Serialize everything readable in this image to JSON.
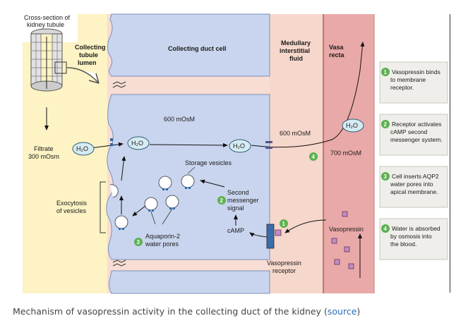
{
  "labels": {
    "cross_section": [
      "Cross-section of",
      "kidney tubule"
    ],
    "collecting_tubule_lumen": [
      "Collecting",
      "tubule",
      "lumen"
    ],
    "collecting_duct_cell": "Collecting duct cell",
    "medullary_interstitial_fluid": [
      "Medullary",
      "interstitial",
      "fluid"
    ],
    "vasa_recta": [
      "Vasa",
      "recta"
    ],
    "filtrate": [
      "Filtrate",
      "300 mOsm"
    ],
    "osm_600_cell": "600 mOsM",
    "osm_600_fluid": "600 mOsM",
    "osm_700": "700 mOsM",
    "h2o": "H₂O",
    "storage_vesicles": "Storage vesicles",
    "second_messenger": [
      "Second",
      "messenger",
      "signal"
    ],
    "camp": "cAMP",
    "exocytosis": [
      "Exocytosis",
      "of vesicles"
    ],
    "aquaporin": [
      "Aquaporin-2",
      "water pores"
    ],
    "vasopressin": "Vasopressin",
    "vasopressin_receptor": [
      "Vasopressin",
      "receptor"
    ]
  },
  "badges": {
    "b1": "1",
    "b2": "2",
    "b3": "3",
    "b4": "4"
  },
  "steps": [
    {
      "num": "1",
      "lines": [
        "Vasopressin binds",
        "to membrane",
        "receptor."
      ]
    },
    {
      "num": "2",
      "lines": [
        "Receptor activates",
        "cAMP second",
        "messenger system."
      ]
    },
    {
      "num": "3",
      "lines": [
        "Cell inserts AQP2",
        "water pores into",
        "apical membrane."
      ]
    },
    {
      "num": "4",
      "lines": [
        "Water is absorbed",
        "by osmosis into",
        "the blood."
      ]
    }
  ],
  "caption": {
    "text": "Mechanism of vasopressin activity in the collecting duct of the kidney (",
    "link": "source",
    "close": ")"
  },
  "colors": {
    "lumen": "#fdf3c4",
    "cell": "#c9d5ee",
    "fluid": "#f6d7cb",
    "vasa": "#e9a9a8",
    "badge": "#5bb14f",
    "receptor": "#3d6da8",
    "vasopressin": "#c28bc2"
  }
}
